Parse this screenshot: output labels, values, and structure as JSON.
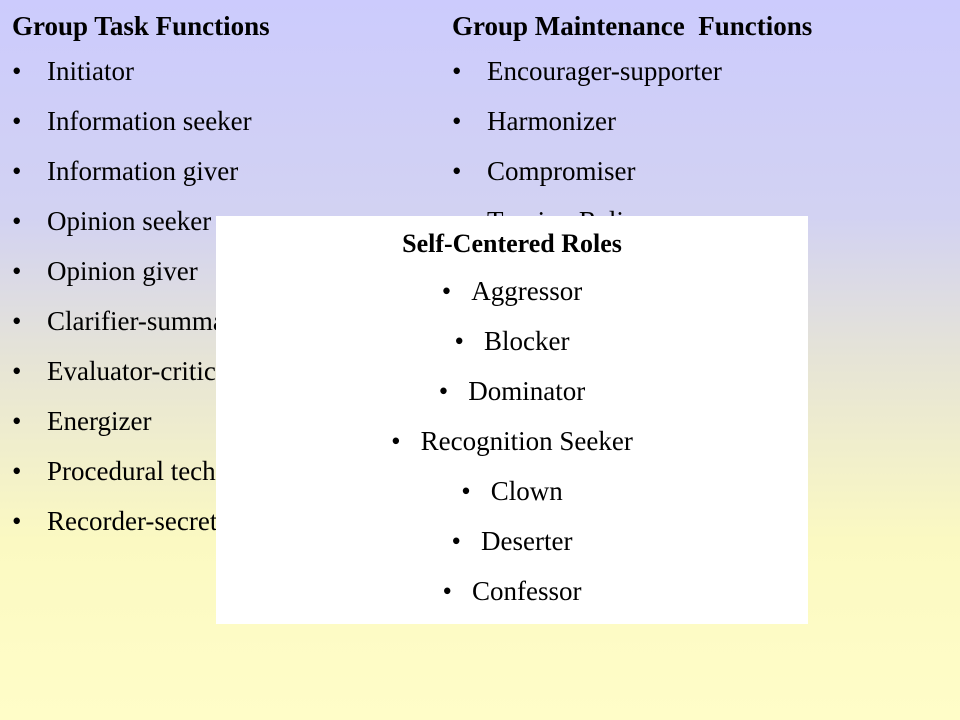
{
  "left_column": {
    "heading": "Group Task Functions",
    "items": [
      "Initiator",
      "Information seeker",
      "Information giver",
      "Opinion seeker",
      "Opinion giver",
      "Clarifier-summarizer",
      "Evaluator-critic",
      "Energizer",
      "Procedural technician",
      "Recorder-secretary"
    ]
  },
  "right_column": {
    "heading": "Group Maintenance  Functions",
    "items": [
      "Encourager-supporter",
      "Harmonizer",
      "Compromiser",
      "Tension Reliever"
    ]
  },
  "overlay": {
    "heading": "Self-Centered Roles",
    "items": [
      "Aggressor",
      "Blocker",
      "Dominator",
      "Recognition Seeker",
      "Clown",
      "Deserter",
      "Confessor"
    ]
  },
  "bullet_char": "•"
}
